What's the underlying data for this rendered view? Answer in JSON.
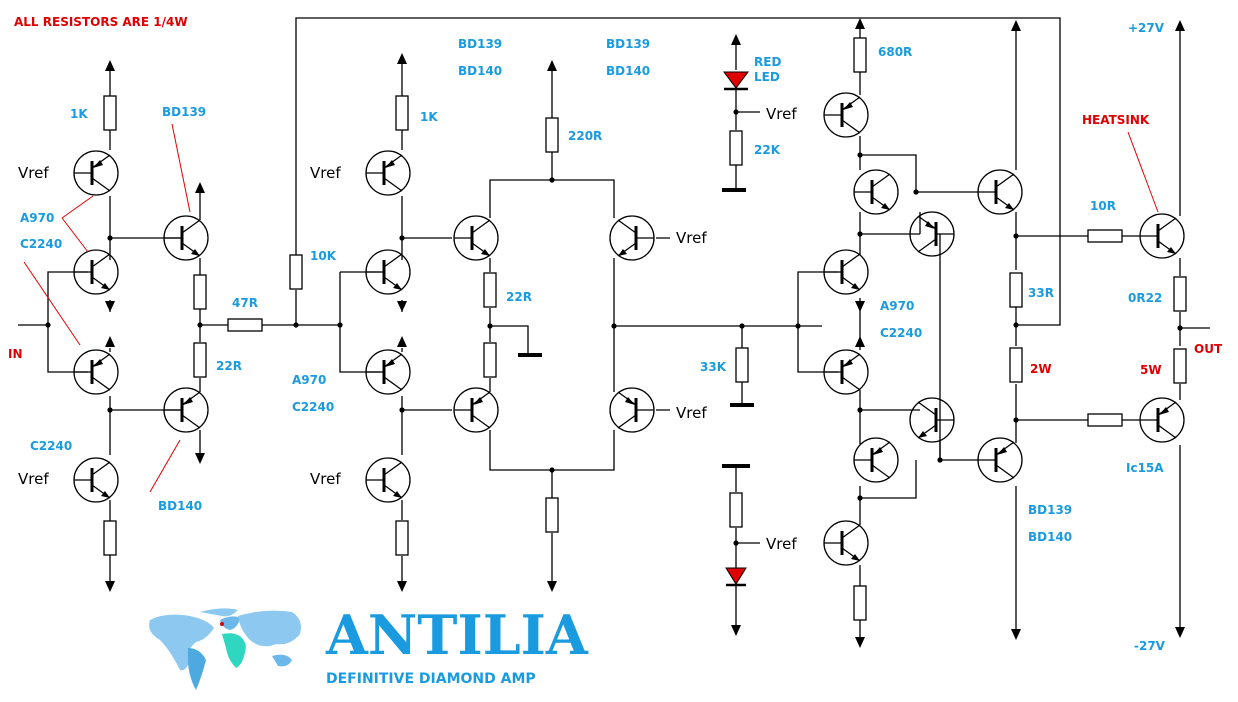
{
  "title": "ANTILIA",
  "subtitle": "DEFINITIVE DIAMOND AMP",
  "note": "ALL RESISTORS ARE 1/4W",
  "supply_pos": "+27V",
  "supply_neg": "-27V",
  "vref_label": "Vref",
  "in_label": "IN",
  "out_label": "OUT",
  "red_led": [
    "RED",
    "LED"
  ],
  "heatsink": "HEATSINK",
  "labels": {
    "r1k_a": "1K",
    "r1k_b": "1K",
    "a970_a": "A970",
    "c2240_a": "C2240",
    "c2240_b": "C2240",
    "bd139_a": "BD139",
    "bd140_a": "BD140",
    "r47": "47R",
    "r22_a": "22R",
    "r10k": "10K",
    "a970_b": "A970",
    "c2240_c": "C2240",
    "bd139_b": "BD139",
    "bd140_b": "BD140",
    "bd139_c": "BD139",
    "bd140_c": "BD140",
    "r220": "220R",
    "r22_b": "22R",
    "r22k": "22K",
    "r33k": "33K",
    "r680": "680R",
    "a970_c": "A970",
    "c2240_d": "C2240",
    "r33": "33R",
    "r2w": "2W",
    "bd139_d": "BD139",
    "bd140_d": "BD140",
    "r10": "10R",
    "r0r22": "0R22",
    "r5w": "5W",
    "ic15a": "Ic15A"
  },
  "colors": {
    "label_blue": "#1a9be0",
    "label_red": "#e00000",
    "led_red": "#e00000"
  }
}
